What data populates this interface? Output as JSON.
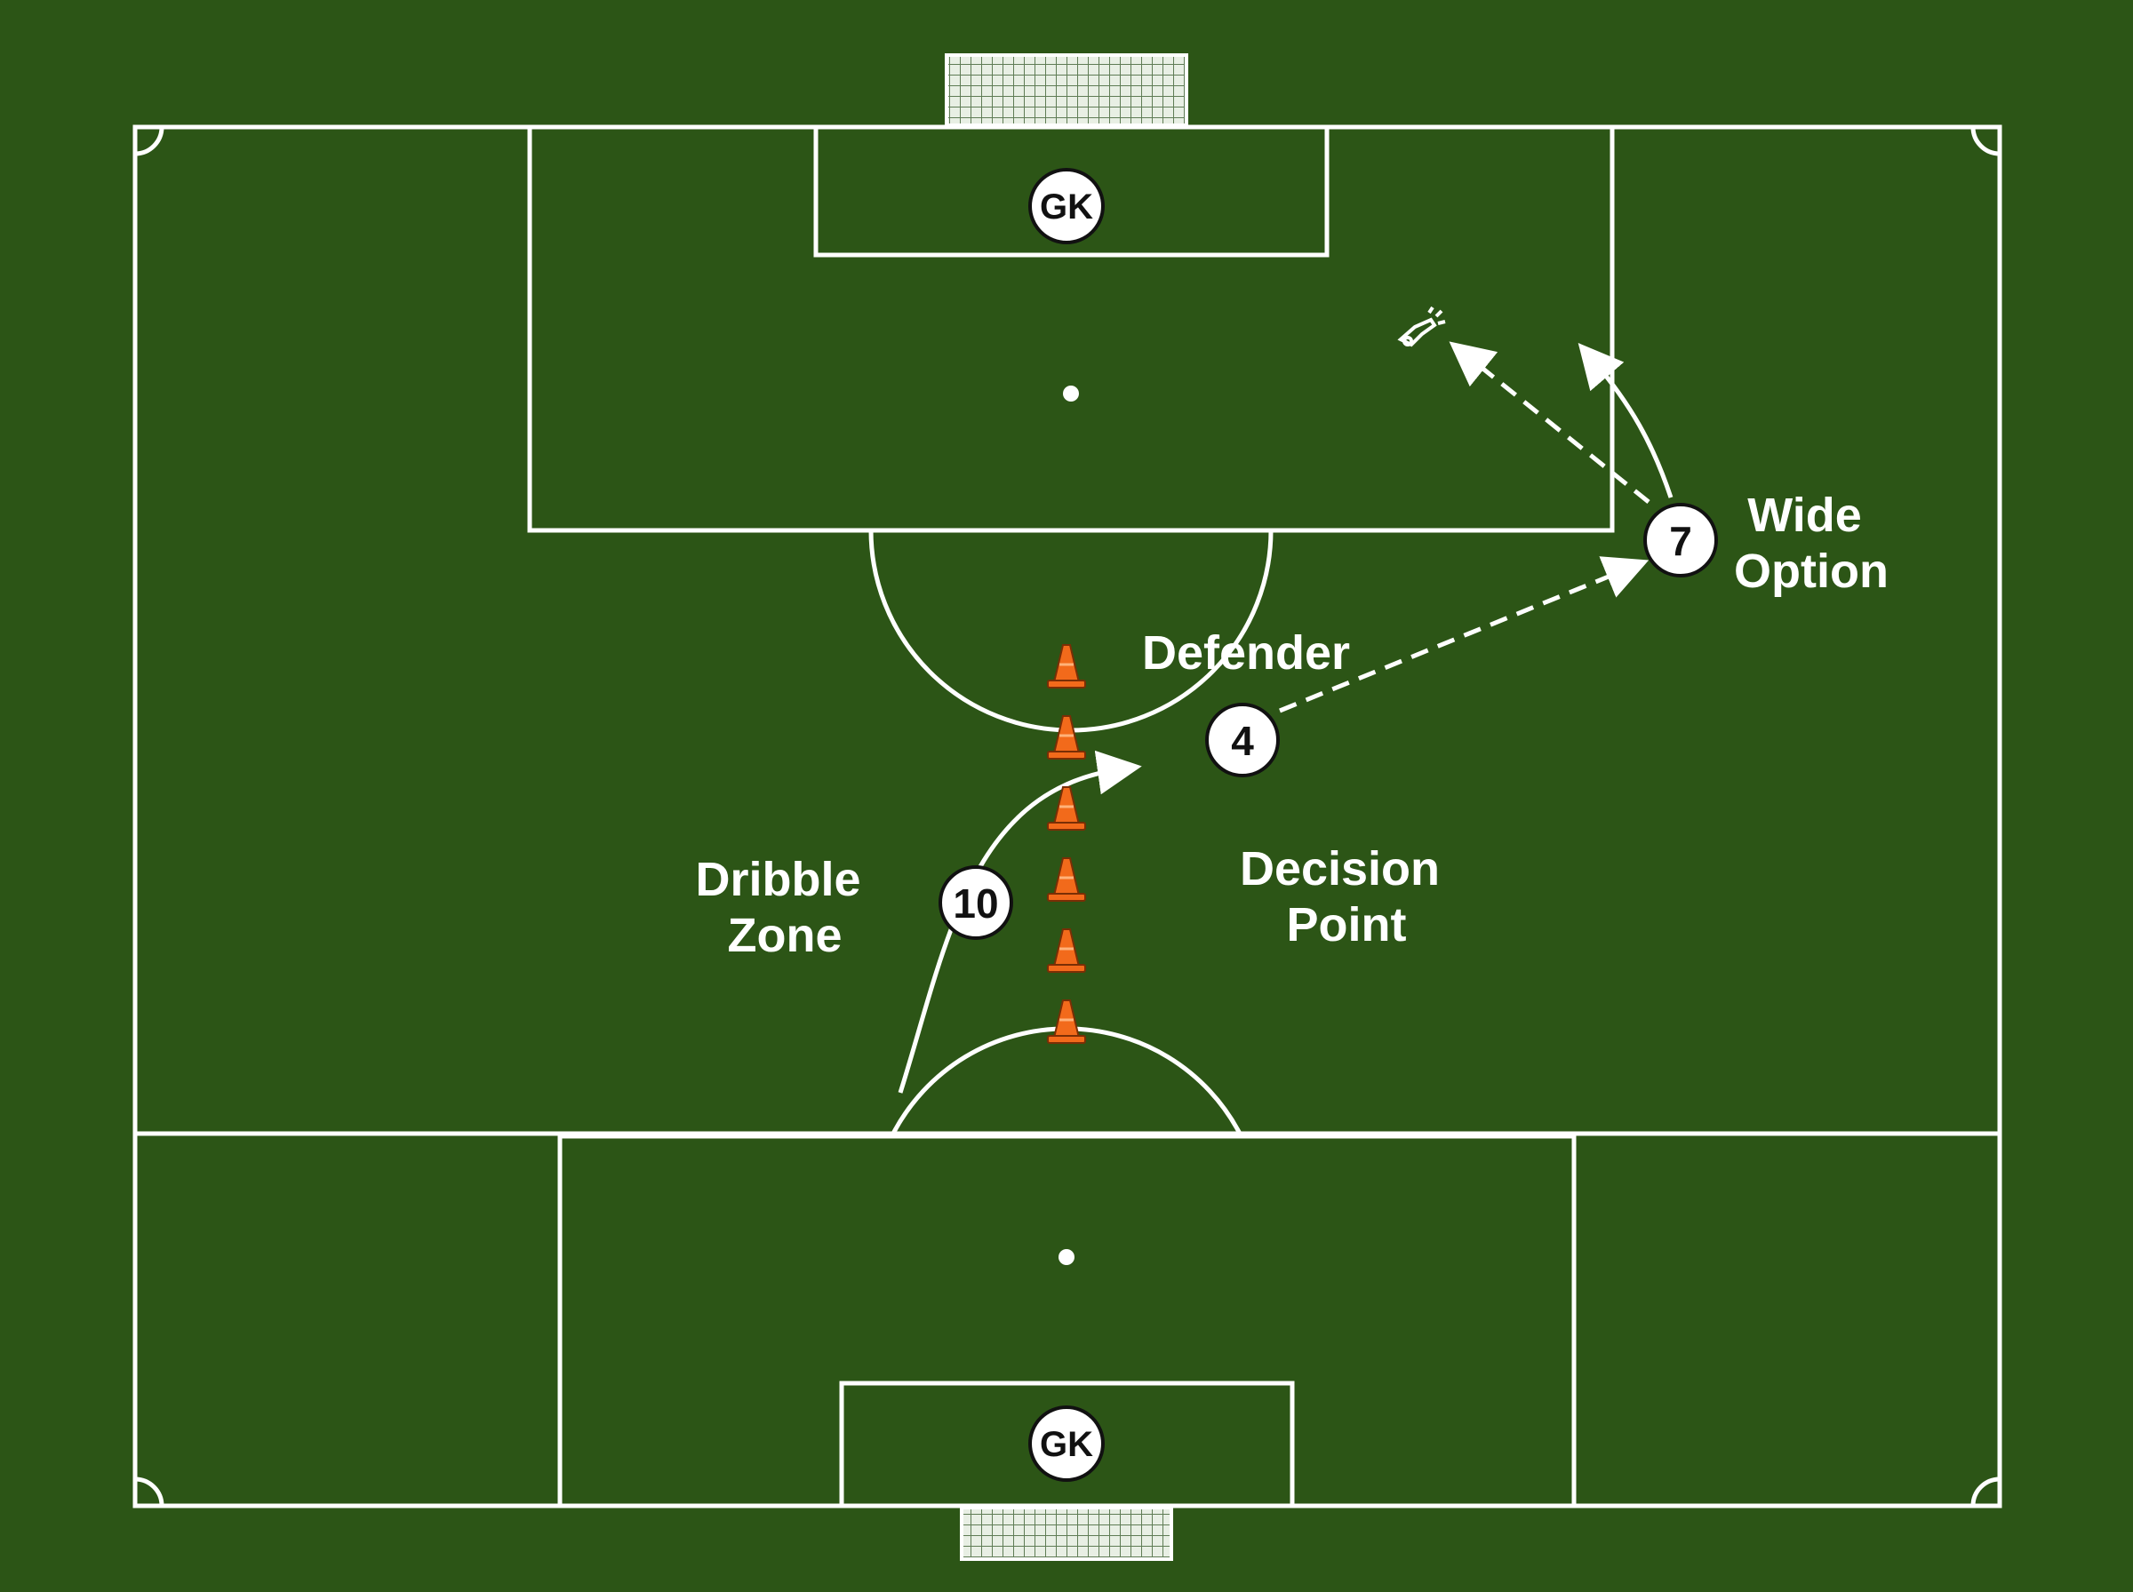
{
  "colors": {
    "grass": "#2c5516",
    "lines": "#ffffff",
    "cone": "#f26a1b",
    "player_fill": "#ffffff",
    "player_outline": "#111111"
  },
  "players": {
    "gk_top": "GK",
    "gk_bottom": "GK",
    "p10": "10",
    "p4": "4",
    "p7": "7"
  },
  "labels": {
    "defender": "Defender",
    "dribble_zone": [
      "Dribble",
      "Zone"
    ],
    "decision_point": [
      "Decision",
      "Point"
    ],
    "wide_option": [
      "Wide",
      "Option"
    ]
  },
  "cones": {
    "count": 6
  },
  "icons": [
    "goal-net-icon",
    "cone-icon",
    "boot-icon",
    "arrow-icon"
  ]
}
